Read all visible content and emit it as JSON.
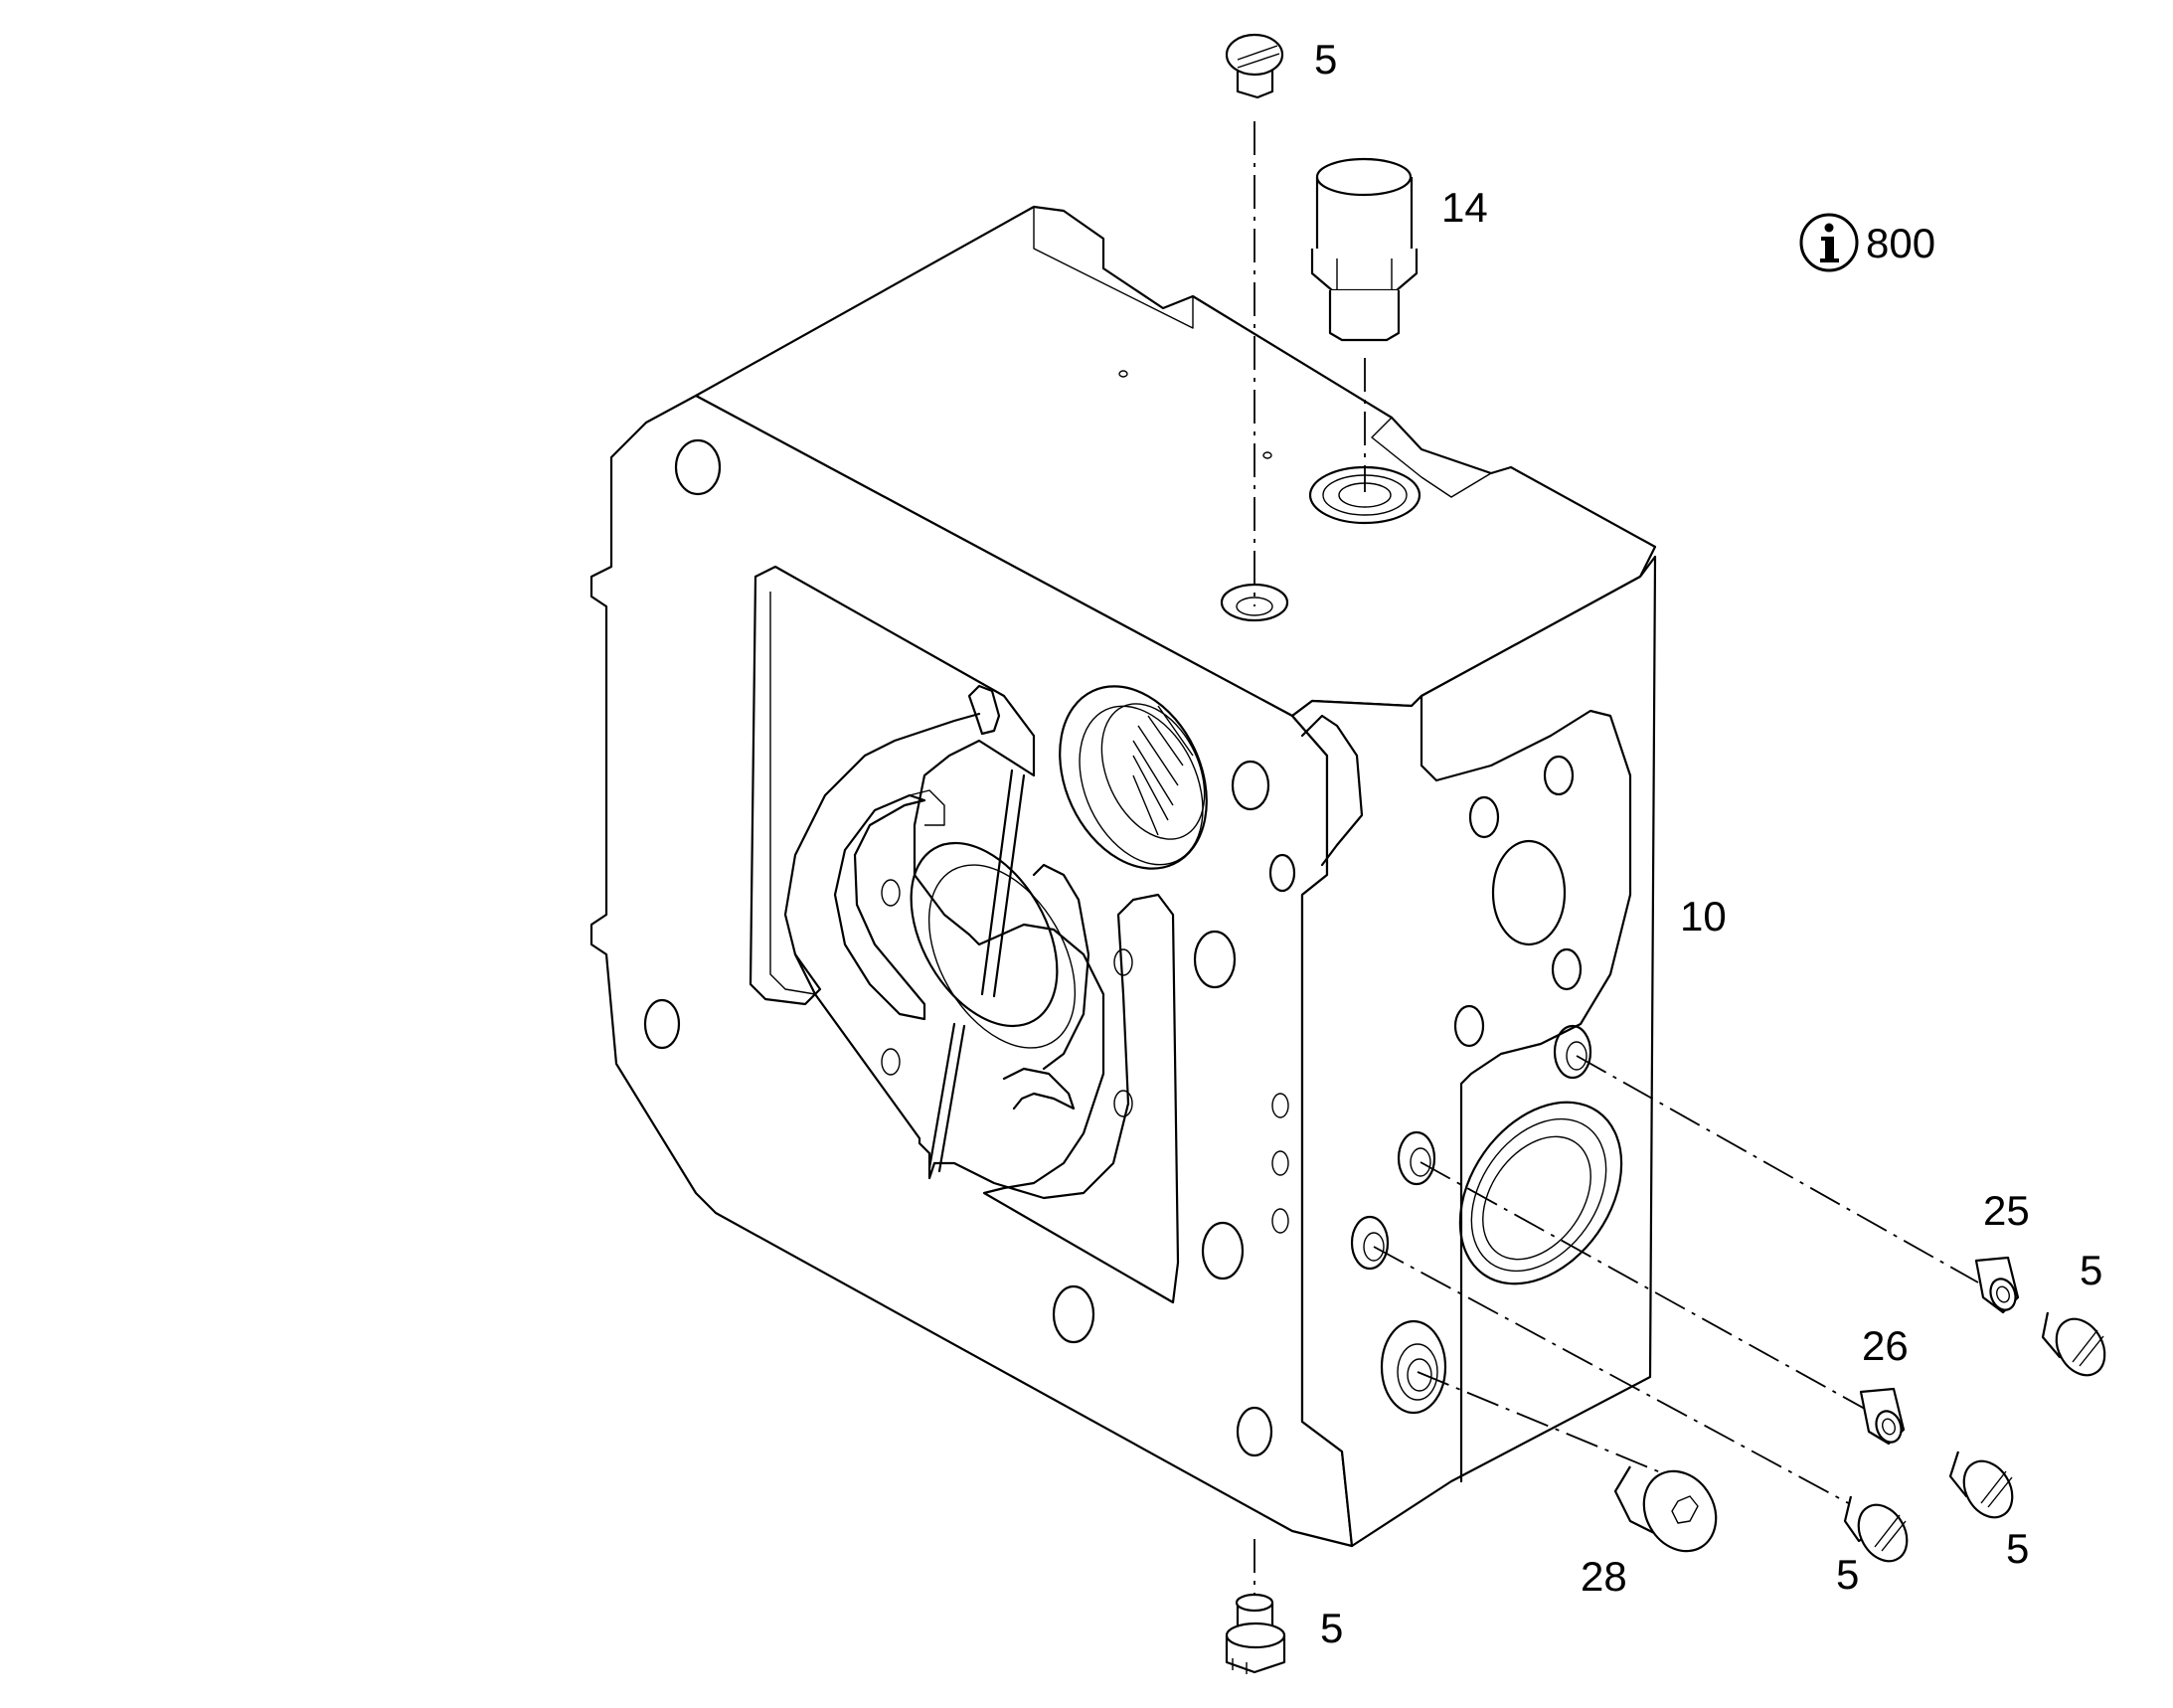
{
  "info_badge": {
    "icon": "info-icon",
    "text": "800"
  },
  "callouts": {
    "c5_top": "5",
    "c14": "14",
    "c10": "10",
    "c25": "25",
    "c5_r1": "5",
    "c26": "26",
    "c5_r2": "5",
    "c28": "28",
    "c5_r3": "5",
    "c5_bottom": "5"
  },
  "parts": [
    "plug-screw-5-top",
    "fitting-14",
    "housing-10",
    "insert-25",
    "insert-26",
    "plug-screw-28",
    "plug-screw-5-right-a",
    "plug-screw-5-right-b",
    "plug-screw-5-right-c",
    "plug-screw-5-bottom"
  ]
}
